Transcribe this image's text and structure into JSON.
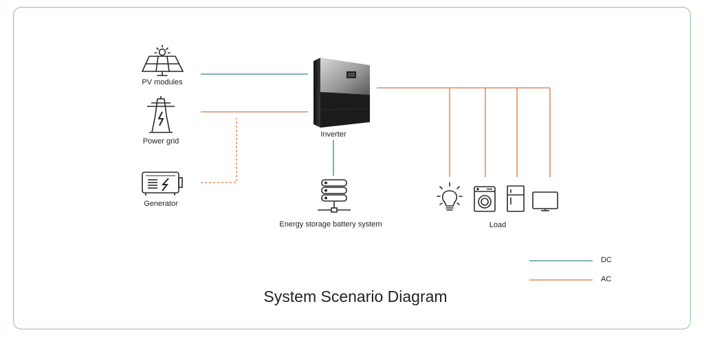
{
  "title": "System Scenario Diagram",
  "nodes": {
    "pv": {
      "label": "PV modules",
      "icon": "solar-panel-icon"
    },
    "grid": {
      "label": "Power grid",
      "icon": "transmission-tower-icon"
    },
    "generator": {
      "label": "Generator",
      "icon": "generator-icon"
    },
    "inverter": {
      "label": "Inverter",
      "icon": "inverter-icon"
    },
    "battery": {
      "label": "Energy storage battery system",
      "icon": "battery-server-icon"
    },
    "load": {
      "label": "Load",
      "icons": [
        "light-bulb-icon",
        "washing-machine-icon",
        "refrigerator-icon",
        "television-icon"
      ]
    }
  },
  "legend": [
    {
      "label": "DC",
      "color": "#3a7f91"
    },
    {
      "label": "AC",
      "color": "#d9743f"
    }
  ],
  "colors": {
    "frame": "#8fc58f",
    "dc": "#3a7f91",
    "ac": "#d9743f",
    "icon": "#2a2a2a"
  }
}
